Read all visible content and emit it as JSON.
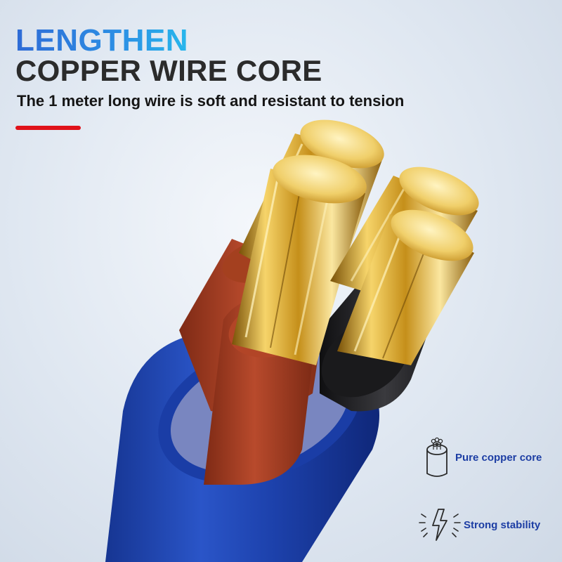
{
  "headline": {
    "line1": "LENGTHEN",
    "line2": "COPPER WIRE CORE"
  },
  "subtitle": "The 1 meter long wire is soft and resistant to tension",
  "colors": {
    "headline_gradient": [
      "#2e6bd6",
      "#28b7ec"
    ],
    "headline_dark": "#2b2b2b",
    "accent_bar": "#e0121a",
    "feature_text": "#1d3ea4",
    "cable_jacket": "#1f46b3",
    "red_insulation": "#a23e23",
    "black_insulation": "#1c1c1e",
    "copper": "#e0b53a"
  },
  "features": [
    {
      "icon": "copper-core-icon",
      "label": "Pure copper core"
    },
    {
      "icon": "lightning-stability-icon",
      "label": "Strong stability"
    }
  ]
}
